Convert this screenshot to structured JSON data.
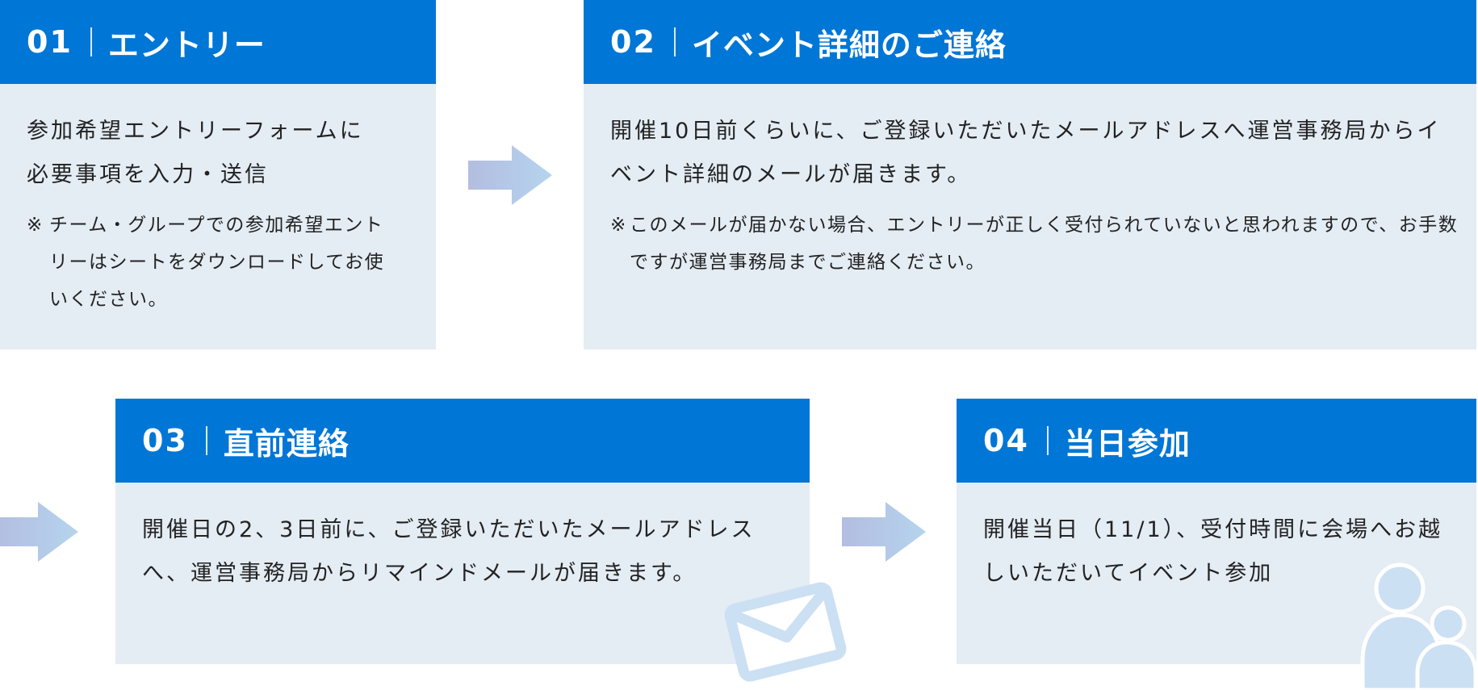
{
  "colors": {
    "header_bg": "#0076d6",
    "card_bg": "#e4ecf4",
    "header_text": "#ffffff",
    "body_text": "#222222",
    "arrow_gradient_start": "#b3bde0",
    "arrow_gradient_end": "#b5d4ee",
    "icon_fill": "#cce0f4"
  },
  "steps": [
    {
      "number": "01",
      "title": "エントリー",
      "text": "参加希望エントリーフォームに必要事項を入力・送信",
      "note_mark": "※",
      "note": "チーム・グループでの参加希望エントリーはシートをダウンロードしてお使いください。"
    },
    {
      "number": "02",
      "title": "イベント詳細のご連絡",
      "text": "開催10日前くらいに、ご登録いただいたメールアドレスへ運営事務局からイベント詳細のメールが届きます。",
      "note_mark": "※",
      "note": "このメールが届かない場合、エントリーが正しく受付られていないと思われますので、お手数ですが運営事務局までご連絡ください。"
    },
    {
      "number": "03",
      "title": "直前連絡",
      "text": "開催日の2、3日前に、ご登録いただいたメールアドレスへ、運営事務局からリマインドメールが届きます。",
      "icon": "envelope-icon"
    },
    {
      "number": "04",
      "title": "当日参加",
      "text": "開催当日（11/1）、受付時間に会場へお越しいただいてイベント参加",
      "icon": "people-icon"
    }
  ],
  "arrows": [
    "arrow-right-icon",
    "arrow-right-icon",
    "arrow-right-icon"
  ]
}
